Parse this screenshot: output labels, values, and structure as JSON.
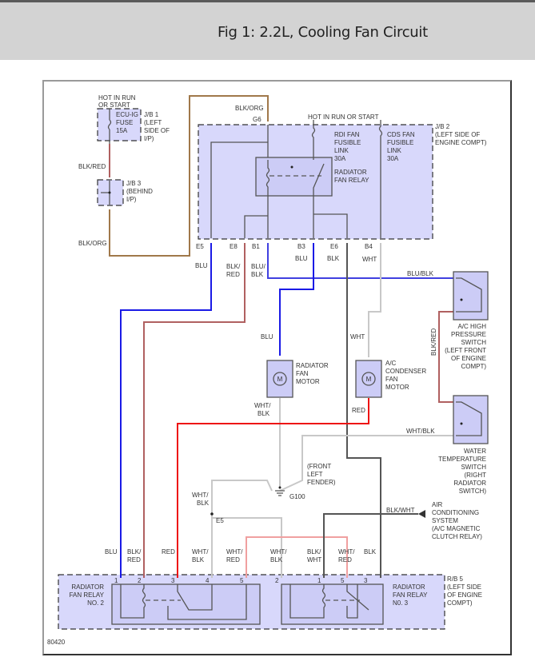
{
  "header": {
    "title": "Fig 1: 2.2L, Cooling Fan Circuit"
  },
  "diagram": {
    "figure_id": "80420",
    "colors": {
      "blu": "#1a1ae6",
      "red": "#ee1111",
      "blk_org": "#a0784a",
      "blk_red": "#b06060",
      "blk": "#555555",
      "wht": "#c8c8c8",
      "wht_red": "#f0a0a0",
      "blu_blk": "#4040e0",
      "box_fill": "#d8d8fb",
      "component_fill": "#ccccf6"
    },
    "power_labels": {
      "hot_run_start_1": "HOT IN RUN",
      "hot_run_start_2": "OR START",
      "hot_run_or_start": "HOT IN RUN OR START"
    },
    "jb1": {
      "fuse_lines": [
        "ECU-IG",
        "FUSE",
        "15A"
      ],
      "label_lines": [
        "J/B 1",
        "(LEFT",
        "SIDE OF",
        "I/P)"
      ]
    },
    "jb3": {
      "label_lines": [
        "J/B 3",
        "(BEHIND",
        "I/P)"
      ]
    },
    "jb2": {
      "label_lines": [
        "J/B 2",
        "(LEFT SIDE OF",
        "ENGINE COMPT)"
      ],
      "rdi_link": [
        "RDI FAN",
        "FUSIBLE",
        "LINK",
        "30A"
      ],
      "cds_link": [
        "CDS FAN",
        "FUSIBLE",
        "LINK",
        "30A"
      ],
      "relay_label": [
        "RADIATOR",
        "FAN RELAY"
      ],
      "connector_g6": "G6",
      "terminals": [
        "E5",
        "E8",
        "B1",
        "B3",
        "E6",
        "B4"
      ]
    },
    "wire_labels": {
      "blk_red_top": "BLK/RED",
      "blk_org_left": "BLK/ORG",
      "blk_org_top": "BLK/ORG",
      "e5_blu": "BLU",
      "e8_1": "BLK/",
      "e8_2": "RED",
      "b1_1": "BLU/",
      "b1_2": "BLK",
      "b3": "BLU",
      "e6": "BLK",
      "b4": "WHT",
      "blu_blk": "BLU/BLK",
      "blk_red_vert": "BLK/RED",
      "motor_in": "BLU",
      "motor_out_1": "WHT/",
      "motor_out_2": "BLK",
      "cond_in": "WHT",
      "cond_out": "RED",
      "wht_blk_switch": "WHT/BLK",
      "wht_blk_left_1": "WHT/",
      "wht_blk_left_2": "BLK",
      "blk_wht": "BLK/WHT",
      "splice_e5": "E5"
    },
    "ac_switch": {
      "label_lines": [
        "A/C HIGH",
        "PRESSURE",
        "SWITCH",
        "(LEFT FRONT",
        "OF ENGINE",
        "COMPT)"
      ]
    },
    "water_switch": {
      "label_lines": [
        "WATER",
        "TEMPERATURE",
        "SWITCH",
        "(RIGHT",
        "RADIATOR",
        "SWITCH)"
      ]
    },
    "rad_motor": {
      "symbol": "M",
      "label_lines": [
        "RADIATOR",
        "FAN",
        "MOTOR"
      ]
    },
    "cond_motor": {
      "symbol": "M",
      "label_lines": [
        "A/C",
        "CONDENSER",
        "FAN",
        "MOTOR"
      ]
    },
    "ground": {
      "label_lines": [
        "(FRONT",
        "LEFT",
        "FENDER)"
      ],
      "id": "G100"
    },
    "ac_system": {
      "label_lines": [
        "AIR",
        "CONDITIONING",
        "SYSTEM",
        "(A/C MAGNETIC",
        "CLUTCH RELAY)"
      ]
    },
    "relay2": {
      "label_lines": [
        "RADIATOR",
        "FAN RELAY",
        "NO. 2"
      ],
      "pins": [
        "1",
        "2",
        "3",
        "4",
        "5"
      ],
      "wires": [
        [
          "BLU",
          ""
        ],
        [
          "BLK/",
          "RED"
        ],
        [
          "RED",
          ""
        ],
        [
          "WHT/",
          "BLK"
        ],
        [
          "WHT/",
          "RED"
        ]
      ]
    },
    "relay3": {
      "label_lines": [
        "RADIATOR",
        "FAN RELAY",
        "N0. 3"
      ],
      "pins": [
        "2",
        "1",
        "5",
        "3"
      ],
      "wires": [
        [
          "WHT/",
          "BLK"
        ],
        [
          "BLK/",
          "WHT"
        ],
        [
          "WHT/",
          "RED"
        ],
        [
          "BLK",
          ""
        ]
      ]
    },
    "rb5": {
      "label_lines": [
        "R/B 5",
        "(LEFT SIDE",
        "OF ENGINE",
        "COMPT)"
      ]
    }
  }
}
